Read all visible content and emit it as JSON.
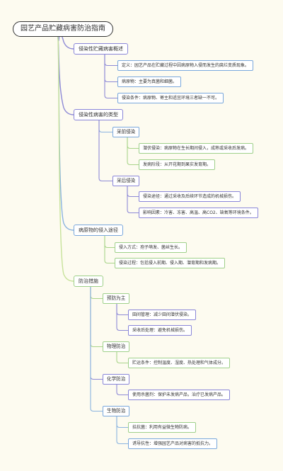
{
  "root": "园艺产品贮藏病害防治指南",
  "sections": [
    {
      "title": "侵染性贮藏病害概述",
      "items": [
        "定义：园艺产品在贮藏过程中因病原物入侵而发生的腐烂变质现象。",
        "病原物：主要为真菌和细菌。",
        "侵染条件：病原物、寄主和适宜环境三者缺一不可。"
      ]
    },
    {
      "title": "侵染性病害的类型",
      "groups": [
        {
          "title": "采前侵染",
          "items": [
            "潜伏侵染：病原物在生长期间侵入，成熟或采收后发病。",
            "发病阶段：从开花期到果实发育期。"
          ]
        },
        {
          "title": "采后侵染",
          "items": [
            "侵染途径：通过采收及后续环节造成的机械损伤。",
            "影响因素：冷害、冻害、高温、高CO2、缺氧等环境条件。"
          ]
        }
      ]
    },
    {
      "title": "病原物的侵入途径",
      "items": [
        "侵入方式：孢子萌发、菌丝生长。",
        "侵染过程：包括侵入前期、侵入期、潜育期和发病期。"
      ]
    },
    {
      "title": "防治措施",
      "groups": [
        {
          "title": "预防为主",
          "items": [
            "田间管理：减少田间潜伏侵染。",
            "采收后处理：避免机械损伤。"
          ]
        },
        {
          "title": "物理防治",
          "items": [
            "贮运条件：控制温度、湿度、热处理和气体成分。"
          ]
        },
        {
          "title": "化学防治",
          "items": [
            "使用杀菌剂：保护未发病产品，治疗已发病产品。"
          ]
        },
        {
          "title": "生物防治",
          "items": [
            "拮抗菌：利用有益微生物防病。",
            "诱导抗性：增强园艺产品对病害的抵抗力。"
          ]
        }
      ]
    }
  ],
  "colors": {
    "line": "#8e8ad6",
    "line_alt": "#c7e29a",
    "line_green": "#a9d48a",
    "line_blue": "#8bb4e0",
    "border_purple": "#8a86d8",
    "border_blue": "#7aa8dc",
    "border_green": "#9fd08a"
  }
}
